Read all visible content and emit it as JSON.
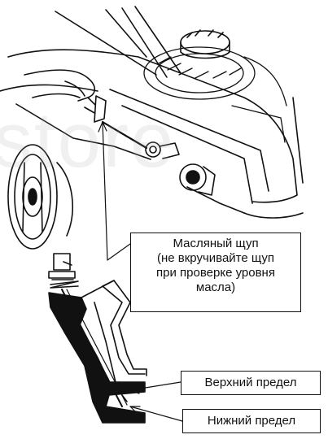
{
  "watermark": {
    "text": "store"
  },
  "callouts": {
    "dipstick_label": {
      "line1": "Масляный щуп",
      "line2": "(не вкручивайте щуп",
      "line3": "при проверке уровня",
      "line4": "масла)"
    },
    "upper_limit_label": "Верхний предел",
    "lower_limit_label": "Нижний предел"
  },
  "colors": {
    "ink": "#111111",
    "fill_dark": "#000000",
    "paper": "#ffffff"
  }
}
